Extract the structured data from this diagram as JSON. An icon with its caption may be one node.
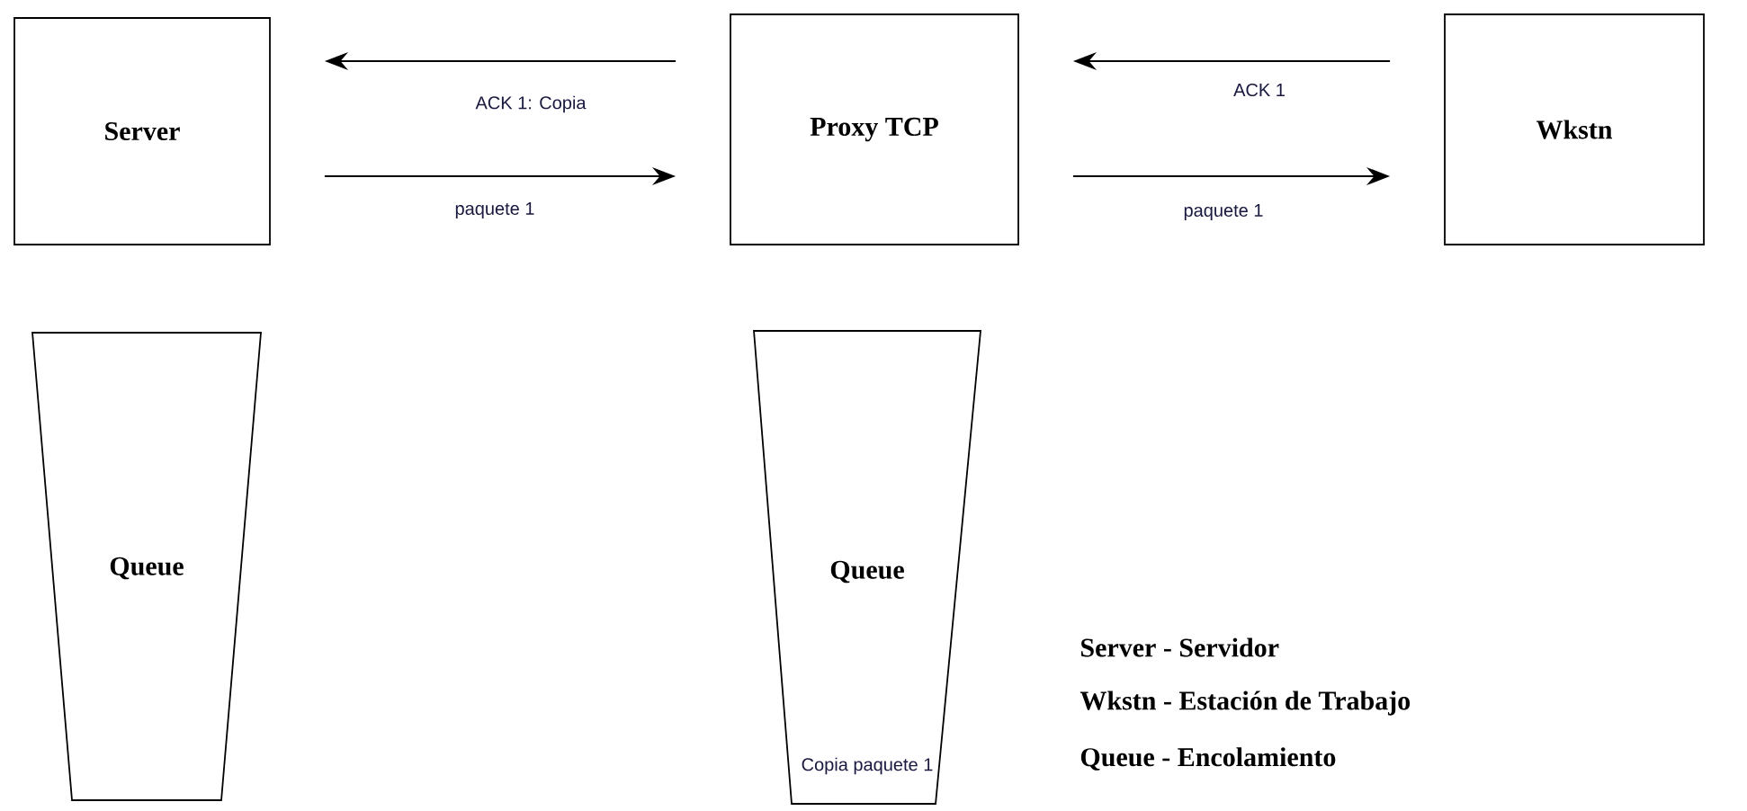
{
  "diagram": {
    "nodes": [
      {
        "text": [
          "Server"
        ]
      },
      {
        "text": [
          "Proxy TCP"
        ]
      },
      {
        "text": [
          "Wkstn"
        ]
      },
      {
        "text": [
          "Queue"
        ]
      },
      {
        "text": [
          "Queue",
          "Copia paquete 1"
        ]
      }
    ],
    "edges": [
      {
        "from": 1,
        "to": 0,
        "arrow": "to",
        "label": "ACK 1: Copia"
      },
      {
        "from": 0,
        "to": 1,
        "arrow": "to",
        "label": "paquete 1"
      },
      {
        "from": 2,
        "to": 1,
        "arrow": "to",
        "label": "ACK 1"
      },
      {
        "from": 1,
        "to": 2,
        "arrow": "to",
        "label": "paquete 1"
      }
    ],
    "labels": [
      "Server - Servidor",
      "Wkstn - Estación de Trabajo",
      "Queue - Encolamiento"
    ]
  }
}
